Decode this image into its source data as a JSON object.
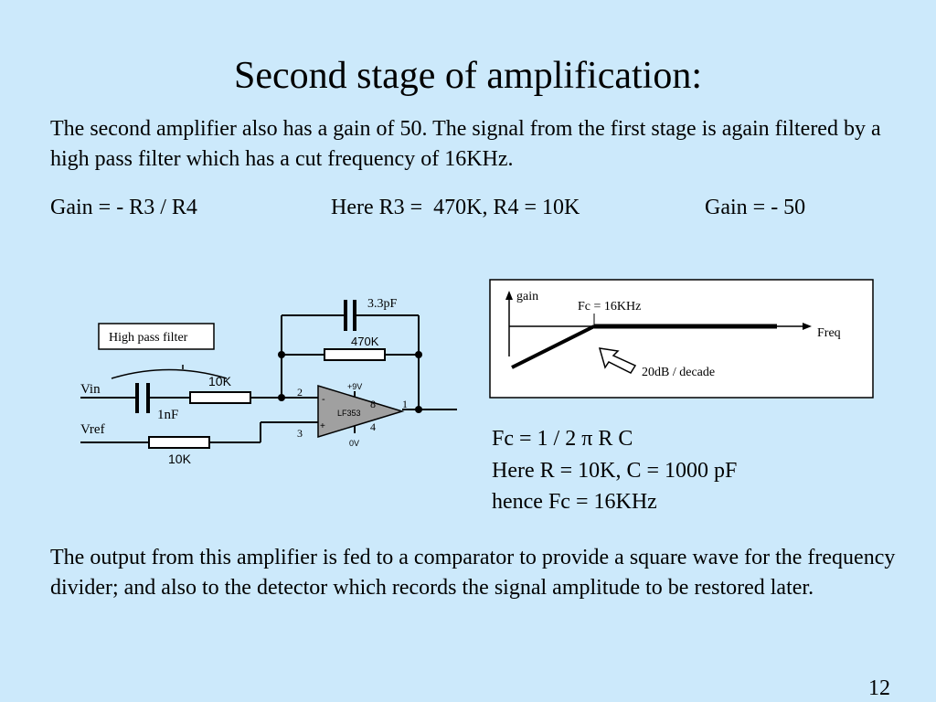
{
  "slide": {
    "title": "Second stage of amplification:",
    "paragraph_1": "The second amplifier also has a gain of 50.  The signal from the first stage is again filtered by a high pass filter which has a cut frequency of 16KHz.",
    "gain_formula": "Gain = - R3 / R4",
    "gain_values": "Here R3 =  470K, R4 = 10K",
    "gain_result": "Gain = - 50",
    "fc_formula": "Fc = 1 / 2 π R C",
    "fc_values": "Here R = 10K, C = 1000 pF",
    "fc_result": "hence Fc = 16KHz",
    "paragraph_2": "The output from this amplifier is fed to a comparator to provide a square wave for the frequency divider; and also to the detector which records the signal amplitude to be restored later.",
    "page_number": "12"
  },
  "circuit": {
    "filter_box_label": "High pass filter",
    "vin_label": "Vin",
    "vref_label": "Vref",
    "input_cap_label": "1nF",
    "input_resistor_label": "10K",
    "vref_resistor_label": "10K",
    "feedback_cap_label": "3.3pF",
    "feedback_resistor_label": "470K",
    "opamp_label": "LF353",
    "opamp_minus": "-",
    "opamp_plus": "+",
    "supply_pos": "+9V",
    "supply_gnd": "0V",
    "pin_2": "2",
    "pin_3": "3",
    "pin_8": "8",
    "pin_4": "4",
    "pin_1": "1"
  },
  "bode": {
    "y_label": "gain",
    "x_label": "Freq",
    "cutoff_label": "Fc = 16KHz",
    "slope_label": "20dB / decade"
  }
}
